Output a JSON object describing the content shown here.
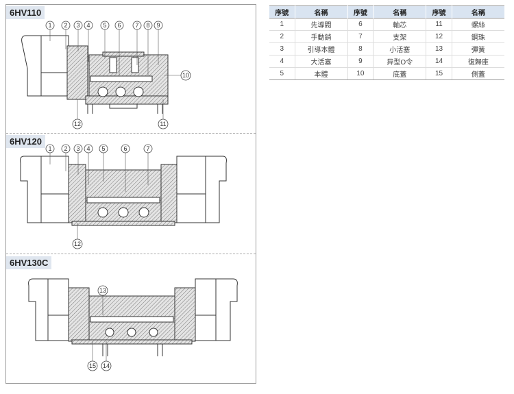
{
  "diagrams": [
    {
      "title": "6HV110",
      "callouts": [
        "1",
        "2",
        "3",
        "4",
        "5",
        "6",
        "7",
        "8",
        "9",
        "10",
        "11",
        "12"
      ]
    },
    {
      "title": "6HV120",
      "callouts": [
        "1",
        "2",
        "3",
        "4",
        "5",
        "6",
        "7",
        "12"
      ]
    },
    {
      "title": "6HV130C",
      "callouts": [
        "13",
        "14",
        "15"
      ]
    }
  ],
  "parts_table": {
    "headers": [
      "序號",
      "名稱",
      "序號",
      "名稱",
      "序號",
      "名稱"
    ],
    "rows": [
      [
        "1",
        "先導閥",
        "6",
        "軸芯",
        "11",
        "螺絲"
      ],
      [
        "2",
        "手動銷",
        "7",
        "支架",
        "12",
        "鋼珠"
      ],
      [
        "3",
        "引導本體",
        "8",
        "小活塞",
        "13",
        "彈簧"
      ],
      [
        "4",
        "大活塞",
        "9",
        "异型O令",
        "14",
        "復歸座"
      ],
      [
        "5",
        "本體",
        "10",
        "底蓋",
        "15",
        "側蓋"
      ]
    ]
  }
}
